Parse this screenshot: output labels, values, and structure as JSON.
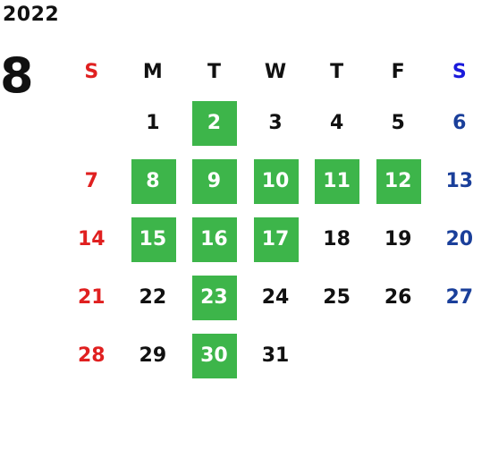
{
  "year": "2022",
  "month": "8",
  "weekdays": [
    "S",
    "M",
    "T",
    "W",
    "T",
    "F",
    "S"
  ],
  "weeks": [
    [
      "",
      "1",
      "2",
      "3",
      "4",
      "5",
      "6"
    ],
    [
      "7",
      "8",
      "9",
      "10",
      "11",
      "12",
      "13"
    ],
    [
      "14",
      "15",
      "16",
      "17",
      "18",
      "19",
      "20"
    ],
    [
      "21",
      "22",
      "23",
      "24",
      "25",
      "26",
      "27"
    ],
    [
      "28",
      "29",
      "30",
      "31",
      "",
      "",
      ""
    ]
  ],
  "highlighted_dates": [
    "2",
    "8",
    "9",
    "10",
    "11",
    "12",
    "15",
    "16",
    "17",
    "23",
    "30"
  ],
  "colors": {
    "sunday": "#e02020",
    "saturday": "#1a3f9a",
    "highlight": "#3db54a",
    "text": "#111111"
  }
}
